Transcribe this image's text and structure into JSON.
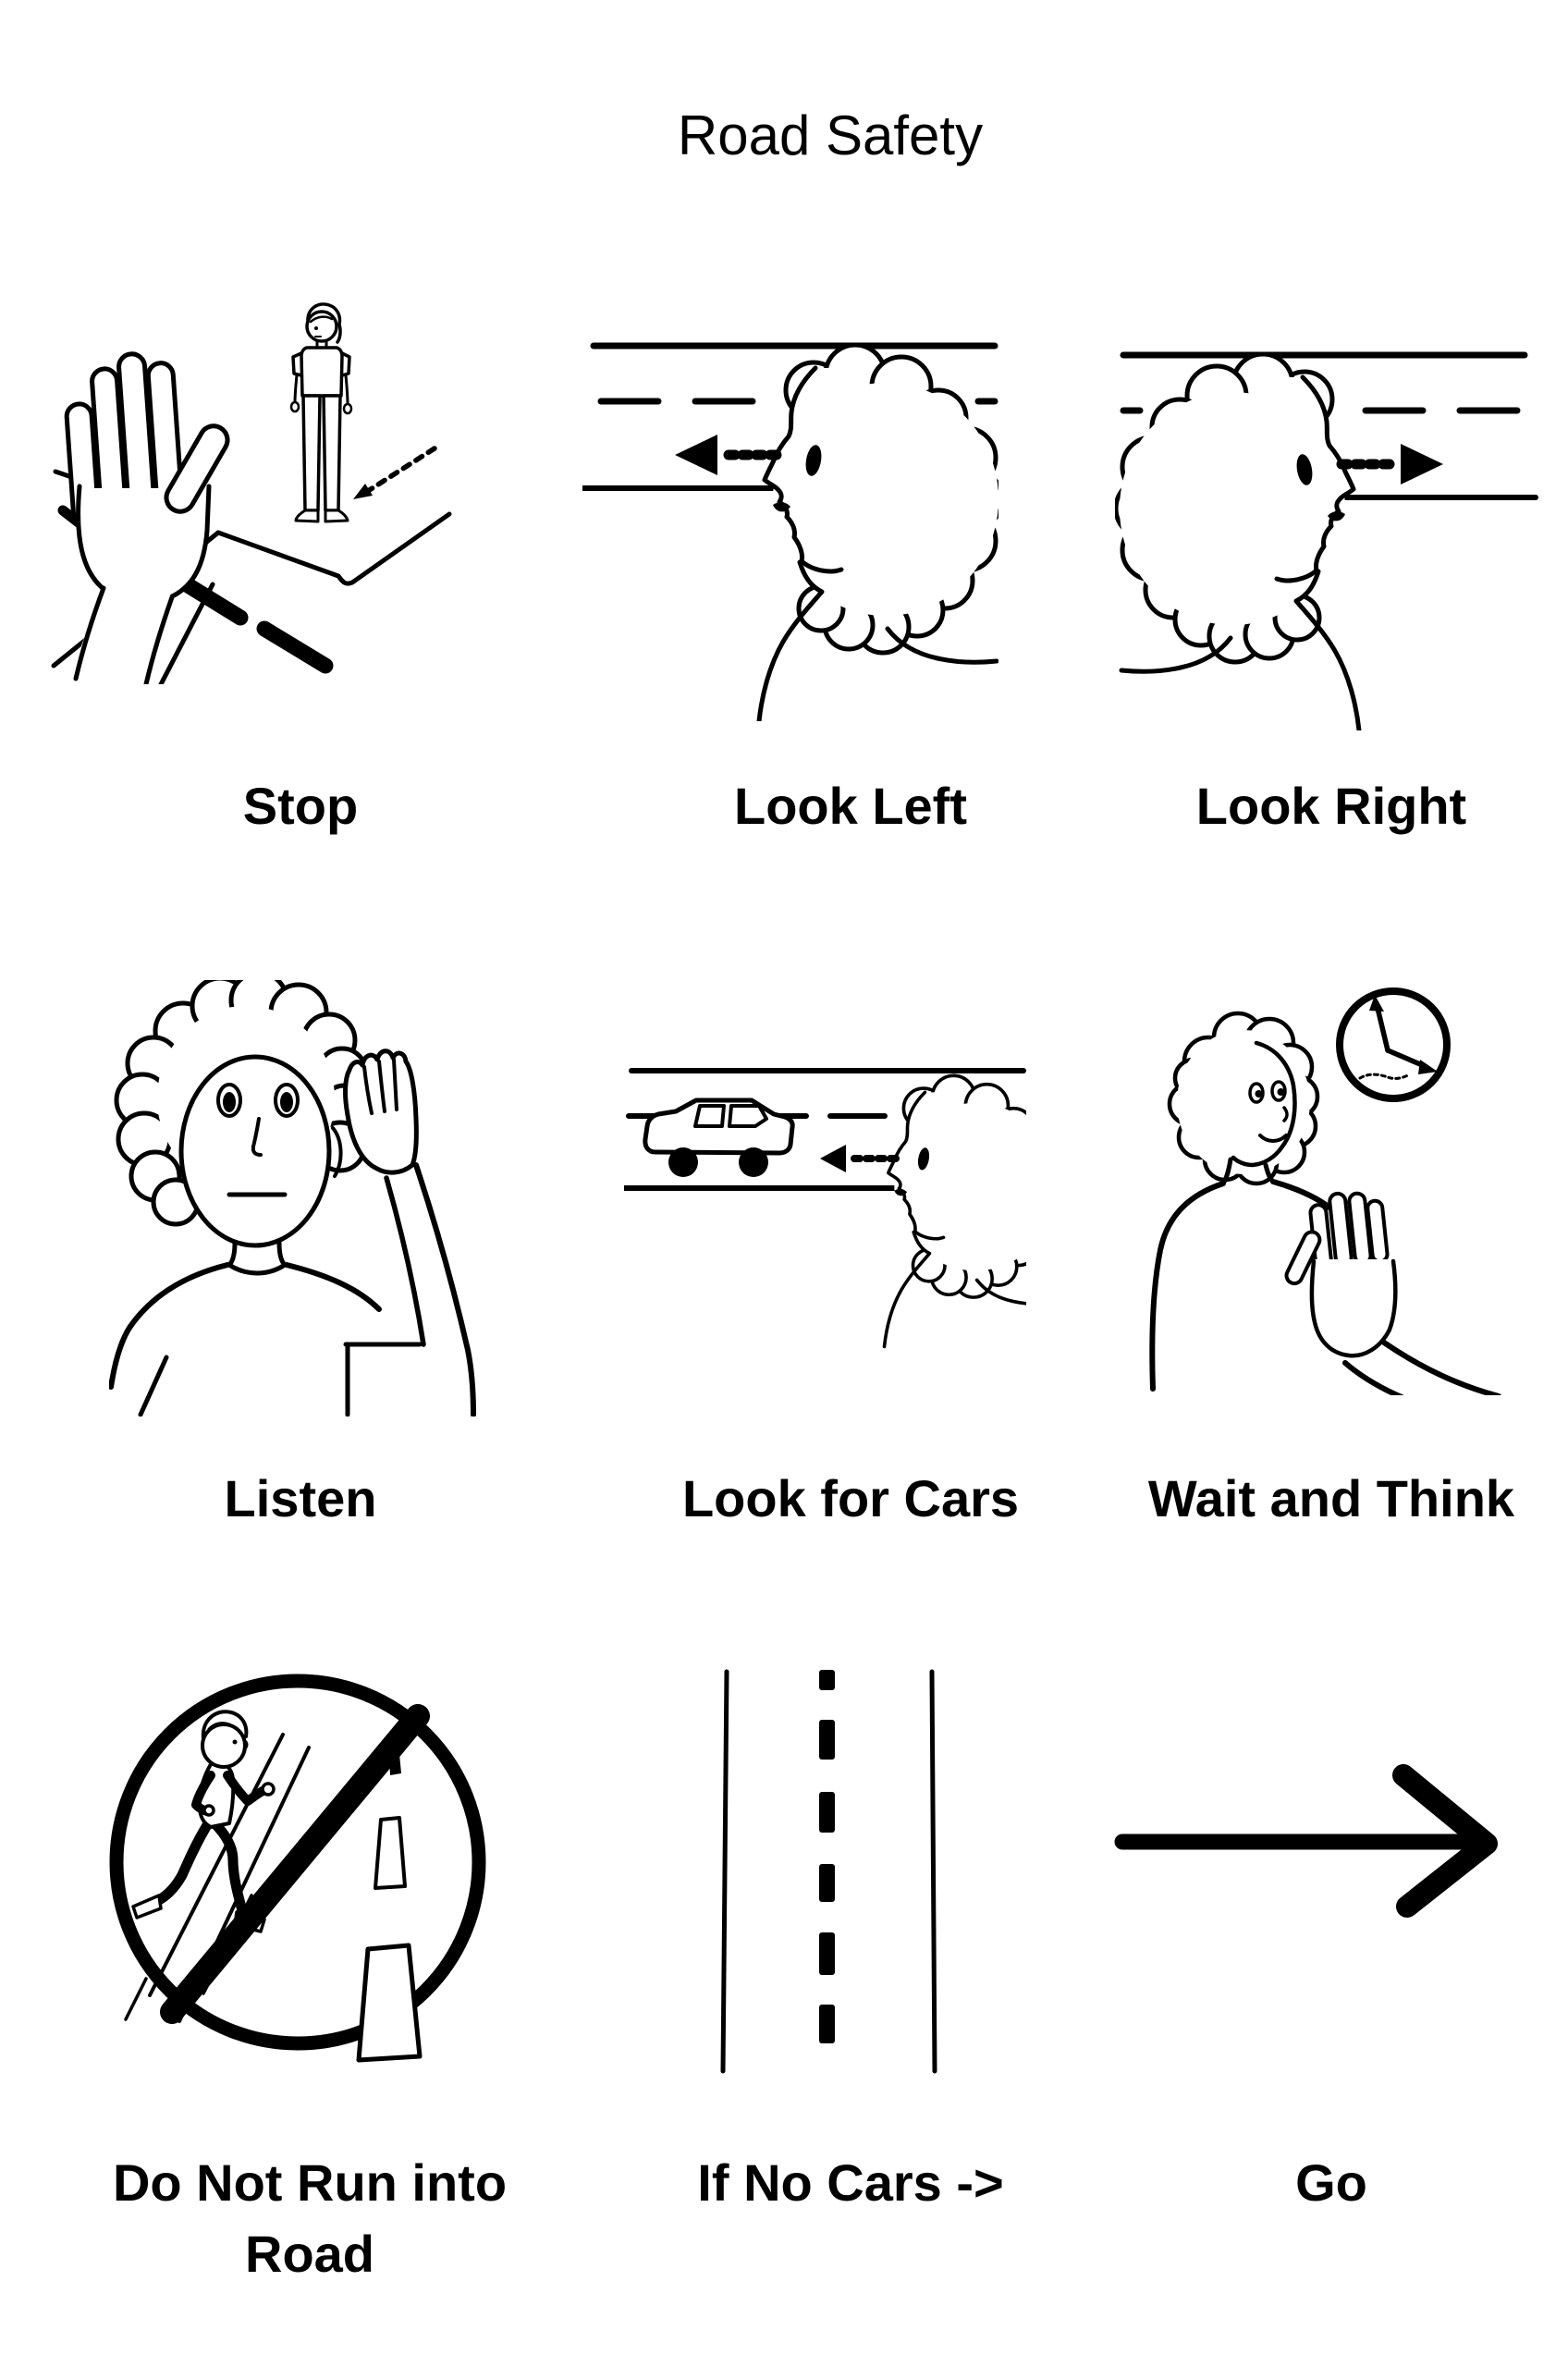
{
  "document": {
    "title": "Road Safety"
  },
  "colors": {
    "ink": "#000000",
    "paper": "#ffffff"
  },
  "cards": [
    {
      "id": "stop",
      "label": "Stop",
      "icon": "stop-hand-road-icon"
    },
    {
      "id": "look-left",
      "label": "Look Left",
      "icon": "look-left-icon"
    },
    {
      "id": "look-right",
      "label": "Look Right",
      "icon": "look-right-icon"
    },
    {
      "id": "listen",
      "label": "Listen",
      "icon": "listen-ear-icon"
    },
    {
      "id": "look-for-cars",
      "label": "Look for Cars",
      "icon": "look-for-cars-icon"
    },
    {
      "id": "wait-think",
      "label": "Wait and Think",
      "icon": "wait-and-think-icon"
    },
    {
      "id": "do-not-run",
      "label": "Do Not Run into Road",
      "icon": "no-running-icon"
    },
    {
      "id": "if-no-cars",
      "label": "If No Cars ->",
      "icon": "empty-road-icon"
    },
    {
      "id": "go",
      "label": "Go",
      "icon": "go-arrow-icon"
    }
  ]
}
